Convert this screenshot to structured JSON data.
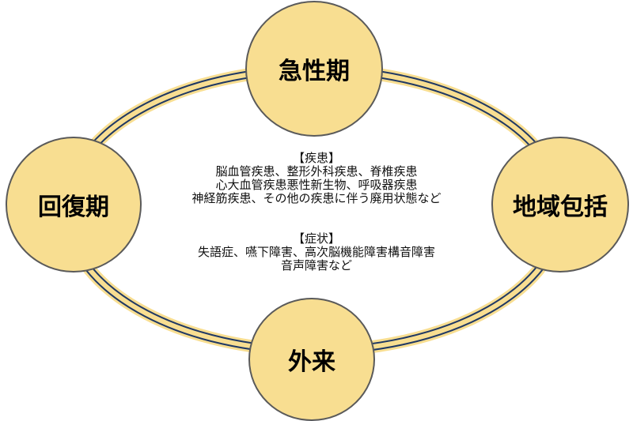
{
  "colors": {
    "fill": "#f8de91",
    "ring": "#1f3864"
  },
  "phases": {
    "top": "急性期",
    "left": "回復期",
    "right": "地域包括",
    "bottom": "外来"
  },
  "diseases": {
    "heading": "【疾患】",
    "lines": [
      "脳血管疾患、整形外科疾患、脊椎疾患",
      "心大血管疾患悪性新生物、呼吸器疾患",
      "神経筋疾患、その他の疾患に伴う廃用状態など"
    ]
  },
  "symptoms": {
    "heading": "【症状】",
    "lines": [
      "失語症、嚥下障害、高次脳機能障害構音障害",
      "音声障害など"
    ]
  }
}
